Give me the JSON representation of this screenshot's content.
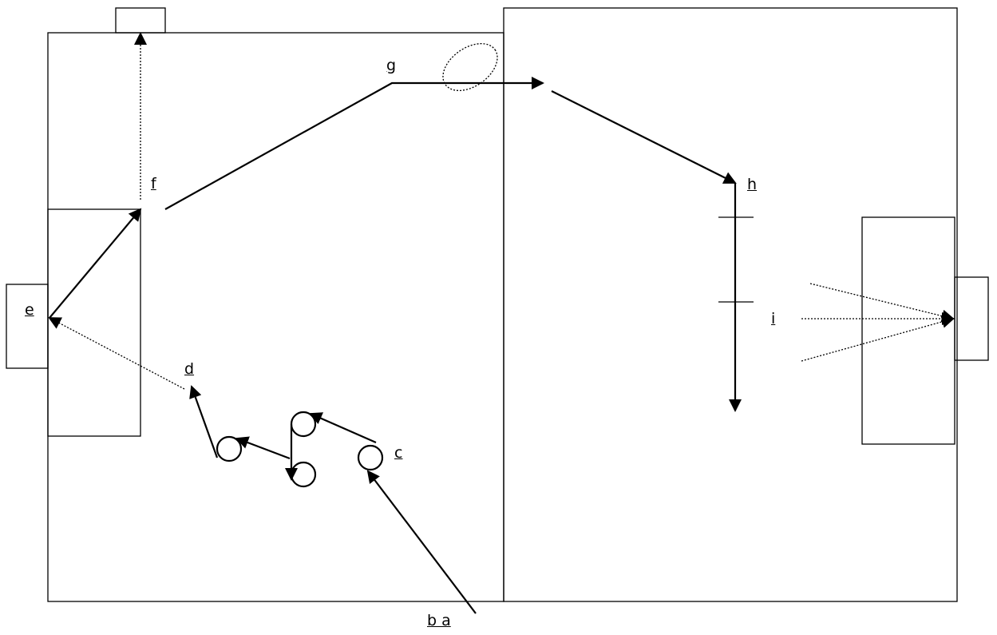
{
  "labels": {
    "a": "b a",
    "c": "c",
    "d": "d",
    "e": "e",
    "f": "f",
    "g": "g",
    "h": "h",
    "i": "i"
  },
  "colors": {
    "stroke": "#000000",
    "background": "#ffffff"
  }
}
